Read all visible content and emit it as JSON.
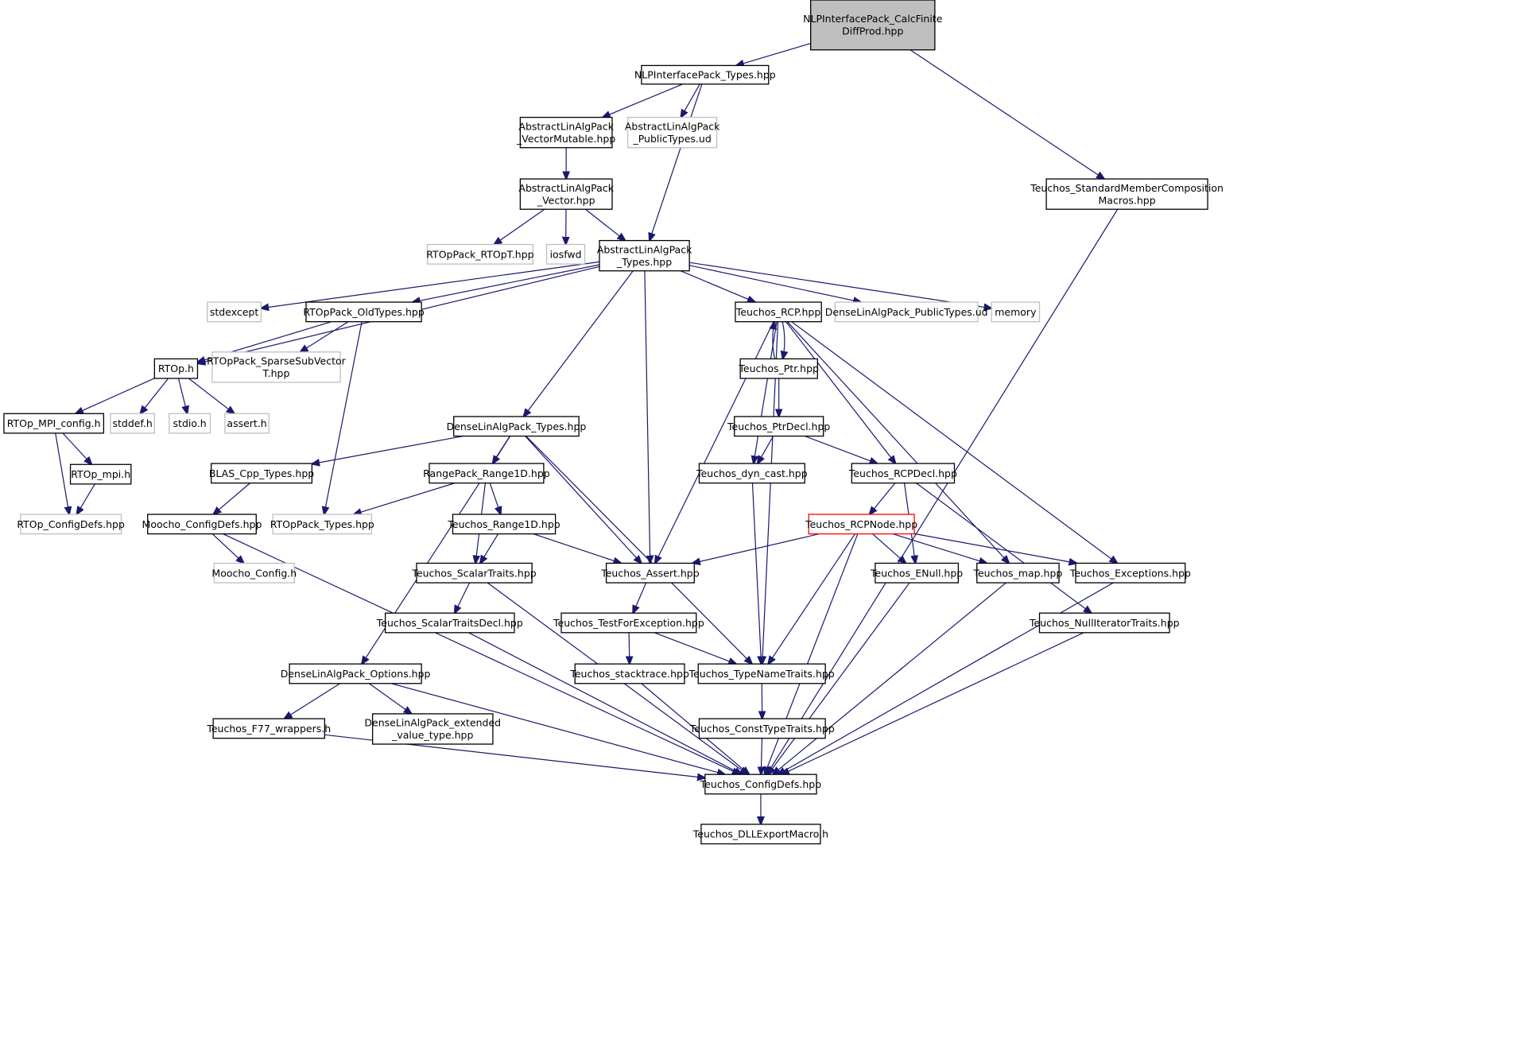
{
  "colors": {
    "edge": "#191970",
    "root_fill": "#bfbfbf",
    "normal_border": "#000000",
    "external_border": "#bfbfbf",
    "truncated_border": "#ff0000"
  },
  "nodes": [
    {
      "id": "root",
      "lines": [
        "NLPInterfacePack_CalcFinite",
        "DiffProd.hpp"
      ],
      "kind": "root"
    },
    {
      "id": "nlpTypes",
      "lines": [
        "NLPInterfacePack_Types.hpp"
      ],
      "kind": "normal"
    },
    {
      "id": "alaVecMut",
      "lines": [
        "AbstractLinAlgPack",
        "_VectorMutable.hpp"
      ],
      "kind": "normal"
    },
    {
      "id": "alaPubTypes",
      "lines": [
        "AbstractLinAlgPack",
        "_PublicTypes.ud"
      ],
      "kind": "external"
    },
    {
      "id": "smcm",
      "lines": [
        "Teuchos_StandardMemberComposition",
        "Macros.hpp"
      ],
      "kind": "normal"
    },
    {
      "id": "alaVec",
      "lines": [
        "AbstractLinAlgPack",
        "_Vector.hpp"
      ],
      "kind": "normal"
    },
    {
      "id": "rtopT",
      "lines": [
        "RTOpPack_RTOpT.hpp"
      ],
      "kind": "external"
    },
    {
      "id": "iosfwd",
      "lines": [
        "iosfwd"
      ],
      "kind": "external"
    },
    {
      "id": "alaTypes",
      "lines": [
        "AbstractLinAlgPack",
        "_Types.hpp"
      ],
      "kind": "normal"
    },
    {
      "id": "stdexcept",
      "lines": [
        "stdexcept"
      ],
      "kind": "external"
    },
    {
      "id": "oldTypes",
      "lines": [
        "RTOpPack_OldTypes.hpp"
      ],
      "kind": "normal"
    },
    {
      "id": "rcp",
      "lines": [
        "Teuchos_RCP.hpp"
      ],
      "kind": "normal"
    },
    {
      "id": "dlaPubTypes",
      "lines": [
        "DenseLinAlgPack_PublicTypes.ud"
      ],
      "kind": "external"
    },
    {
      "id": "memory",
      "lines": [
        "memory"
      ],
      "kind": "external"
    },
    {
      "id": "rtoph",
      "lines": [
        "RTOp.h"
      ],
      "kind": "normal"
    },
    {
      "id": "sparseSub",
      "lines": [
        "RTOpPack_SparseSubVector",
        "T.hpp"
      ],
      "kind": "external"
    },
    {
      "id": "ptr",
      "lines": [
        "Teuchos_Ptr.hpp"
      ],
      "kind": "normal"
    },
    {
      "id": "mpiConfig",
      "lines": [
        "RTOp_MPI_config.h"
      ],
      "kind": "normal"
    },
    {
      "id": "stddef",
      "lines": [
        "stddef.h"
      ],
      "kind": "external"
    },
    {
      "id": "stdio",
      "lines": [
        "stdio.h"
      ],
      "kind": "external"
    },
    {
      "id": "assert",
      "lines": [
        "assert.h"
      ],
      "kind": "external"
    },
    {
      "id": "dlaTypes",
      "lines": [
        "DenseLinAlgPack_Types.hpp"
      ],
      "kind": "normal"
    },
    {
      "id": "ptrDecl",
      "lines": [
        "Teuchos_PtrDecl.hpp"
      ],
      "kind": "normal"
    },
    {
      "id": "mpih",
      "lines": [
        "RTOp_mpi.h"
      ],
      "kind": "normal"
    },
    {
      "id": "blas",
      "lines": [
        "BLAS_Cpp_Types.hpp"
      ],
      "kind": "normal"
    },
    {
      "id": "range1dRP",
      "lines": [
        "RangePack_Range1D.hpp"
      ],
      "kind": "normal"
    },
    {
      "id": "dyncast",
      "lines": [
        "Teuchos_dyn_cast.hpp"
      ],
      "kind": "normal"
    },
    {
      "id": "rcpDecl",
      "lines": [
        "Teuchos_RCPDecl.hpp"
      ],
      "kind": "normal"
    },
    {
      "id": "rtopConfigDefs",
      "lines": [
        "RTOp_ConfigDefs.hpp"
      ],
      "kind": "external"
    },
    {
      "id": "moochoConfigDefs",
      "lines": [
        "Moocho_ConfigDefs.hpp"
      ],
      "kind": "normal"
    },
    {
      "id": "rtopTypes",
      "lines": [
        "RTOpPack_Types.hpp"
      ],
      "kind": "external"
    },
    {
      "id": "range1dT",
      "lines": [
        "Teuchos_Range1D.hpp"
      ],
      "kind": "normal"
    },
    {
      "id": "rcpNode",
      "lines": [
        "Teuchos_RCPNode.hpp"
      ],
      "kind": "truncated"
    },
    {
      "id": "moochoConfig",
      "lines": [
        "Moocho_Config.h"
      ],
      "kind": "external"
    },
    {
      "id": "scalarTraits",
      "lines": [
        "Teuchos_ScalarTraits.hpp"
      ],
      "kind": "normal"
    },
    {
      "id": "tassert",
      "lines": [
        "Teuchos_Assert.hpp"
      ],
      "kind": "normal"
    },
    {
      "id": "enull",
      "lines": [
        "Teuchos_ENull.hpp"
      ],
      "kind": "normal"
    },
    {
      "id": "tmap",
      "lines": [
        "Teuchos_map.hpp"
      ],
      "kind": "normal"
    },
    {
      "id": "texc",
      "lines": [
        "Teuchos_Exceptions.hpp"
      ],
      "kind": "normal"
    },
    {
      "id": "scalarTraitsDecl",
      "lines": [
        "Teuchos_ScalarTraitsDecl.hpp"
      ],
      "kind": "normal"
    },
    {
      "id": "testForExc",
      "lines": [
        "Teuchos_TestForException.hpp"
      ],
      "kind": "normal"
    },
    {
      "id": "nullIter",
      "lines": [
        "Teuchos_NullIteratorTraits.hpp"
      ],
      "kind": "normal"
    },
    {
      "id": "dlaOptions",
      "lines": [
        "DenseLinAlgPack_Options.hpp"
      ],
      "kind": "normal"
    },
    {
      "id": "stacktrace",
      "lines": [
        "Teuchos_stacktrace.hpp"
      ],
      "kind": "normal"
    },
    {
      "id": "typeName",
      "lines": [
        "Teuchos_TypeNameTraits.hpp"
      ],
      "kind": "normal"
    },
    {
      "id": "f77",
      "lines": [
        "Teuchos_F77_wrappers.h"
      ],
      "kind": "normal"
    },
    {
      "id": "dlaExt",
      "lines": [
        "DenseLinAlgPack_extended",
        "_value_type.hpp"
      ],
      "kind": "normal"
    },
    {
      "id": "constType",
      "lines": [
        "Teuchos_ConstTypeTraits.hpp"
      ],
      "kind": "normal"
    },
    {
      "id": "configDefs",
      "lines": [
        "Teuchos_ConfigDefs.hpp"
      ],
      "kind": "normal"
    },
    {
      "id": "dllExport",
      "lines": [
        "Teuchos_DLLExportMacro.h"
      ],
      "kind": "normal"
    }
  ],
  "edges": [
    [
      "root",
      "nlpTypes"
    ],
    [
      "root",
      "smcm"
    ],
    [
      "nlpTypes",
      "alaVecMut"
    ],
    [
      "nlpTypes",
      "alaPubTypes"
    ],
    [
      "nlpTypes",
      "alaTypes"
    ],
    [
      "alaVecMut",
      "alaVec"
    ],
    [
      "alaVec",
      "rtopT"
    ],
    [
      "alaVec",
      "iosfwd"
    ],
    [
      "alaVec",
      "alaTypes"
    ],
    [
      "smcm",
      "configDefs"
    ],
    [
      "alaTypes",
      "stdexcept"
    ],
    [
      "alaTypes",
      "oldTypes"
    ],
    [
      "alaTypes",
      "rtoph"
    ],
    [
      "alaTypes",
      "rcp"
    ],
    [
      "alaTypes",
      "dlaPubTypes"
    ],
    [
      "alaTypes",
      "memory"
    ],
    [
      "alaTypes",
      "dlaTypes"
    ],
    [
      "alaTypes",
      "tassert"
    ],
    [
      "oldTypes",
      "rtoph"
    ],
    [
      "oldTypes",
      "sparseSub"
    ],
    [
      "oldTypes",
      "rtopTypes"
    ],
    [
      "rtoph",
      "mpiConfig"
    ],
    [
      "rtoph",
      "stddef"
    ],
    [
      "rtoph",
      "stdio"
    ],
    [
      "rtoph",
      "assert"
    ],
    [
      "mpiConfig",
      "mpih"
    ],
    [
      "mpiConfig",
      "rtopConfigDefs"
    ],
    [
      "mpih",
      "rtopConfigDefs"
    ],
    [
      "rcp",
      "ptr"
    ],
    [
      "ptr",
      "rcp"
    ],
    [
      "rcp",
      "dyncast"
    ],
    [
      "rcp",
      "rcpDecl"
    ],
    [
      "rcp",
      "tassert"
    ],
    [
      "rcp",
      "typeName"
    ],
    [
      "rcp",
      "tmap"
    ],
    [
      "rcp",
      "texc"
    ],
    [
      "ptr",
      "ptrDecl"
    ],
    [
      "ptrDecl",
      "dyncast"
    ],
    [
      "ptrDecl",
      "rcpDecl"
    ],
    [
      "rcpDecl",
      "rcpNode"
    ],
    [
      "rcpDecl",
      "enull"
    ],
    [
      "rcpDecl",
      "nullIter"
    ],
    [
      "rcpNode",
      "tassert"
    ],
    [
      "rcpNode",
      "enull"
    ],
    [
      "rcpNode",
      "tmap"
    ],
    [
      "rcpNode",
      "texc"
    ],
    [
      "rcpNode",
      "typeName"
    ],
    [
      "rcpNode",
      "configDefs"
    ],
    [
      "dlaTypes",
      "blas"
    ],
    [
      "dlaTypes",
      "range1dRP"
    ],
    [
      "dlaTypes",
      "tassert"
    ],
    [
      "dlaTypes",
      "typeName"
    ],
    [
      "dlaTypes",
      "dlaOptions"
    ],
    [
      "blas",
      "moochoConfigDefs"
    ],
    [
      "moochoConfigDefs",
      "moochoConfig"
    ],
    [
      "moochoConfigDefs",
      "configDefs"
    ],
    [
      "range1dRP",
      "rtopTypes"
    ],
    [
      "range1dRP",
      "range1dT"
    ],
    [
      "range1dRP",
      "scalarTraits"
    ],
    [
      "range1dT",
      "scalarTraits"
    ],
    [
      "range1dT",
      "tassert"
    ],
    [
      "scalarTraits",
      "scalarTraitsDecl"
    ],
    [
      "scalarTraits",
      "configDefs"
    ],
    [
      "scalarTraitsDecl",
      "configDefs"
    ],
    [
      "tassert",
      "testForExc"
    ],
    [
      "testForExc",
      "stacktrace"
    ],
    [
      "testForExc",
      "typeName"
    ],
    [
      "stacktrace",
      "configDefs"
    ],
    [
      "typeName",
      "constType"
    ],
    [
      "constType",
      "configDefs"
    ],
    [
      "dyncast",
      "typeName"
    ],
    [
      "enull",
      "configDefs"
    ],
    [
      "tmap",
      "configDefs"
    ],
    [
      "texc",
      "configDefs"
    ],
    [
      "nullIter",
      "configDefs"
    ],
    [
      "dlaOptions",
      "f77"
    ],
    [
      "dlaOptions",
      "dlaExt"
    ],
    [
      "dlaOptions",
      "configDefs"
    ],
    [
      "f77",
      "configDefs"
    ],
    [
      "configDefs",
      "dllExport"
    ]
  ]
}
